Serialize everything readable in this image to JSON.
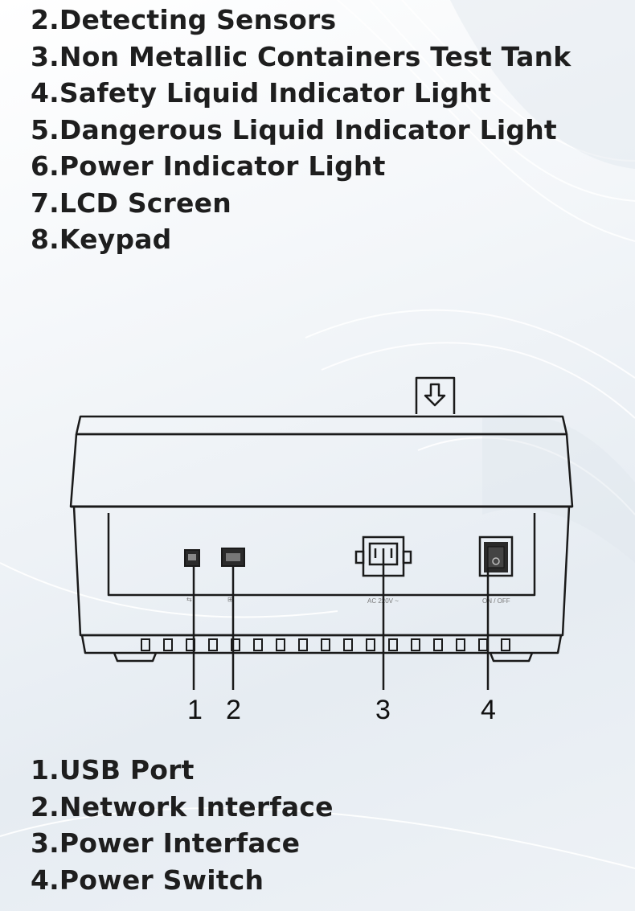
{
  "top_list": {
    "items": [
      "2.Detecting Sensors",
      "3.Non Metallic Containers Test Tank",
      "4.Safety Liquid Indicator Light",
      "5.Dangerous Liquid Indicator Light",
      "6.Power Indicator Light",
      "7.LCD Screen",
      "8.Keypad"
    ]
  },
  "diagram": {
    "callouts": [
      "1",
      "2",
      "3",
      "4"
    ],
    "port_labels": {
      "usb": "",
      "network": "",
      "power": "AC 220V ~",
      "switch": "ON / OFF"
    },
    "top_icon": "down-arrow-icon"
  },
  "bottom_list": {
    "items": [
      "1.USB Port",
      "2.Network Interface",
      "3.Power Interface",
      "4.Power Switch"
    ]
  }
}
